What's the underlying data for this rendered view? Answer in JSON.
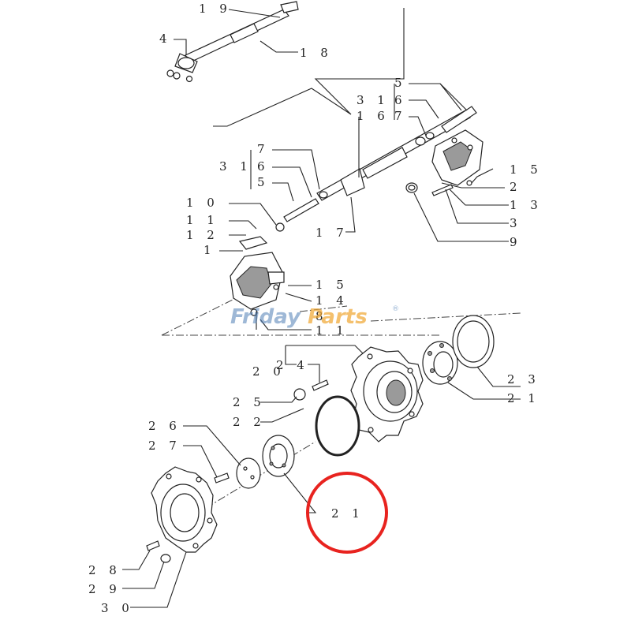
{
  "diagram": {
    "watermark": {
      "part1": "Friday",
      "part2": "Parts",
      "mark": "®"
    },
    "highlight_label": "2 1",
    "labels": {
      "l19": "1 9",
      "l4": "4",
      "l18": "1 8",
      "l5r": "5",
      "l31r": "3 1",
      "l6r": "6",
      "l16": "1 6",
      "l7r": "7",
      "l7l": "7",
      "l31l": "3 1",
      "l6l": "6",
      "l5l": "5",
      "l15r": "1 5",
      "l2": "2",
      "l13": "1 3",
      "l3": "3",
      "l9": "9",
      "l10": "1 0",
      "l11": "1 1",
      "l12": "1 2",
      "l1": "1",
      "l17": "1 7",
      "l15l": "1 5",
      "l14": "1 4",
      "l8": "8",
      "l11b": "1 1",
      "l24": "2 4",
      "l20": "2 0",
      "l23": "2 3",
      "l21a": "2 1",
      "l25": "2 5",
      "l22": "2 2",
      "l26": "2 6",
      "l27": "2 7",
      "l28": "2 8",
      "l29": "2 9",
      "l30": "3 0"
    },
    "colors": {
      "line": "#222222",
      "highlight": "#e8231f",
      "shade": "#9a9a9a"
    }
  }
}
